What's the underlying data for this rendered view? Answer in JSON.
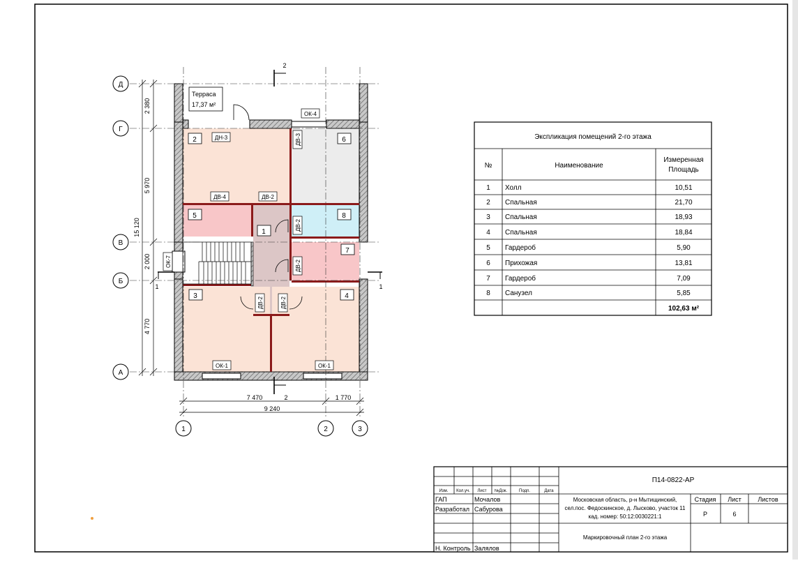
{
  "colors": {
    "wall_hatch": "#9a9a9a",
    "partition": "#8b1a1a",
    "room_peach": "#fbe3d6",
    "room_pink": "#f8c6c8",
    "room_grey": "#ececec",
    "room_blue": "#cfeff7",
    "room_hall": "#dcc6c6"
  },
  "plan": {
    "axes_rows": [
      "Д",
      "Г",
      "В",
      "Б",
      "А"
    ],
    "axes_cols": [
      "1",
      "2",
      "3"
    ],
    "dims_vertical": [
      "2 380",
      "5 970",
      "2 000",
      "4 770"
    ],
    "dim_total_vertical": "15 120",
    "dims_horizontal": [
      "7 470",
      "2",
      "1 770"
    ],
    "dim_total_horizontal": "9 240",
    "section_mark": "2",
    "section_mark_bottom": "2",
    "side_mark_left": "1",
    "side_mark_right": "1",
    "terrace_name": "Терраса",
    "terrace_area": "17,37 м²",
    "room_numbers": [
      "1",
      "2",
      "3",
      "4",
      "5",
      "6",
      "7",
      "8"
    ],
    "tags": {
      "ok4": "ОК-4",
      "dn3": "ДН-3",
      "dv3": "ДВ-3",
      "dv4": "ДВ-4",
      "dv2_a": "ДВ-2",
      "dv2_b": "ДВ-2",
      "dv2_c": "ДВ-2",
      "dv2_d": "ДВ-2",
      "dv2_e": "ДВ-2",
      "ok7": "ОК-7",
      "ok1_left": "ОК-1",
      "ok1_right": "ОК-1"
    }
  },
  "explication": {
    "title": "Экспликация помещений 2-го этажа",
    "headers": [
      "№",
      "Наименование",
      "Измеренная",
      "Площадь"
    ],
    "rows": [
      {
        "no": "1",
        "name": "Холл",
        "area": "10,51"
      },
      {
        "no": "2",
        "name": "Спальная",
        "area": "21,70"
      },
      {
        "no": "3",
        "name": "Спальная",
        "area": "18,93"
      },
      {
        "no": "4",
        "name": "Спальная",
        "area": "18,84"
      },
      {
        "no": "5",
        "name": "Гардероб",
        "area": "5,90"
      },
      {
        "no": "6",
        "name": "Прихожая",
        "area": "13,81"
      },
      {
        "no": "7",
        "name": "Гардероб",
        "area": "7,09"
      },
      {
        "no": "8",
        "name": "Санузел",
        "area": "5,85"
      }
    ],
    "total": "102,63 м²"
  },
  "stamp": {
    "code": "П14-0822-АР",
    "cols": [
      "Изм.",
      "Кол.уч.",
      "Лист",
      "№Док.",
      "Подп.",
      "Дата"
    ],
    "gap_role": "ГАП",
    "gap_name": "Мочалов",
    "dev_role": "Разработал",
    "dev_name": "Сабурова",
    "ctrl_role": "Н. Контроль",
    "ctrl_name": "Залялов",
    "address_1": "Московская область, р-н Мытищинский,",
    "address_2": "сел.пос. Федоскинское, д. Лысково, участок 11",
    "address_3": "кад. номер: 50:12:0030221:1",
    "sheet_title": "Маркировочный план 2-го этажа",
    "stage_label": "Стадия",
    "sheet_label": "Лист",
    "sheets_label": "Листов",
    "stage": "Р",
    "sheet": "6",
    "sheets": ""
  }
}
